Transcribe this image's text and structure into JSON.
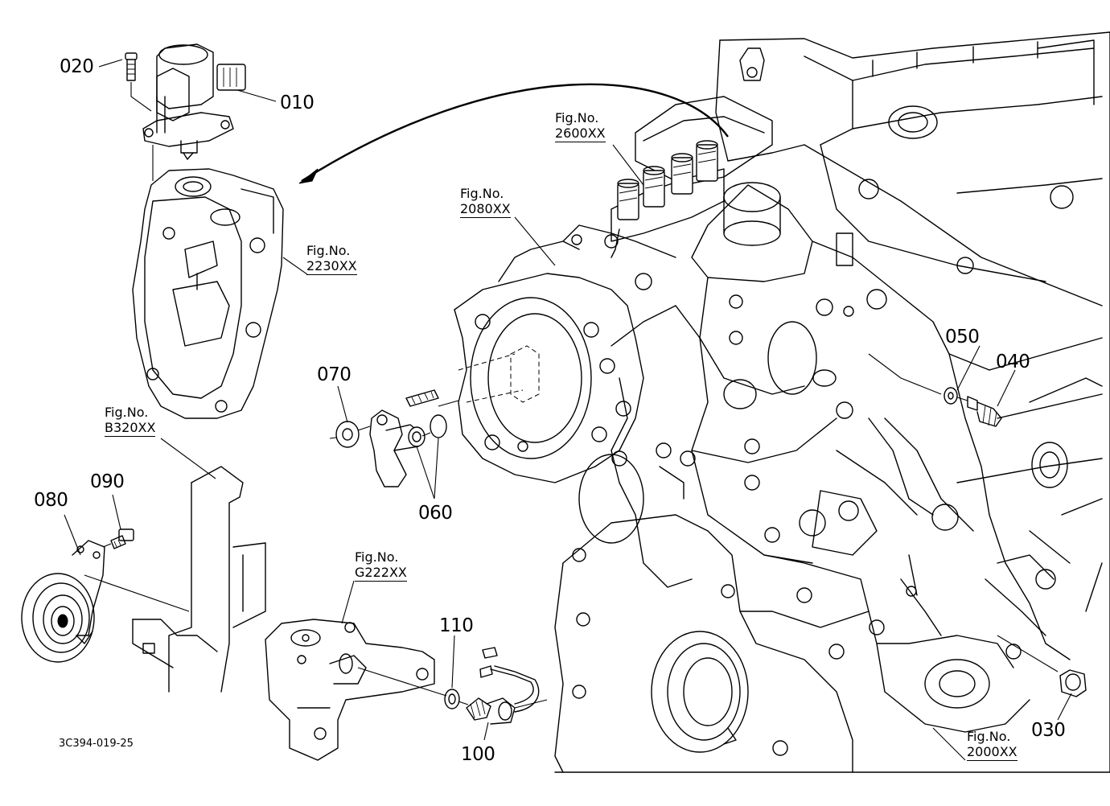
{
  "diagram_code": "3C394-019-25",
  "parts": [
    {
      "id": "p010",
      "label": "010"
    },
    {
      "id": "p020",
      "label": "020"
    },
    {
      "id": "p030",
      "label": "030"
    },
    {
      "id": "p040",
      "label": "040"
    },
    {
      "id": "p050",
      "label": "050"
    },
    {
      "id": "p060",
      "label": "060"
    },
    {
      "id": "p070",
      "label": "070"
    },
    {
      "id": "p080",
      "label": "080"
    },
    {
      "id": "p090",
      "label": "090"
    },
    {
      "id": "p100",
      "label": "100"
    },
    {
      "id": "p110",
      "label": "110"
    }
  ],
  "figure_refs": [
    {
      "id": "f2230",
      "prefix": "Fig.No.",
      "number": "2230XX"
    },
    {
      "id": "f2600",
      "prefix": "Fig.No.",
      "number": "2600XX"
    },
    {
      "id": "f2080",
      "prefix": "Fig.No.",
      "number": "2080XX"
    },
    {
      "id": "fb320",
      "prefix": "Fig.No.",
      "number": "B320XX"
    },
    {
      "id": "fg222",
      "prefix": "Fig.No.",
      "number": "G222XX"
    },
    {
      "id": "f2000",
      "prefix": "Fig.No.",
      "number": "2000XX"
    }
  ]
}
